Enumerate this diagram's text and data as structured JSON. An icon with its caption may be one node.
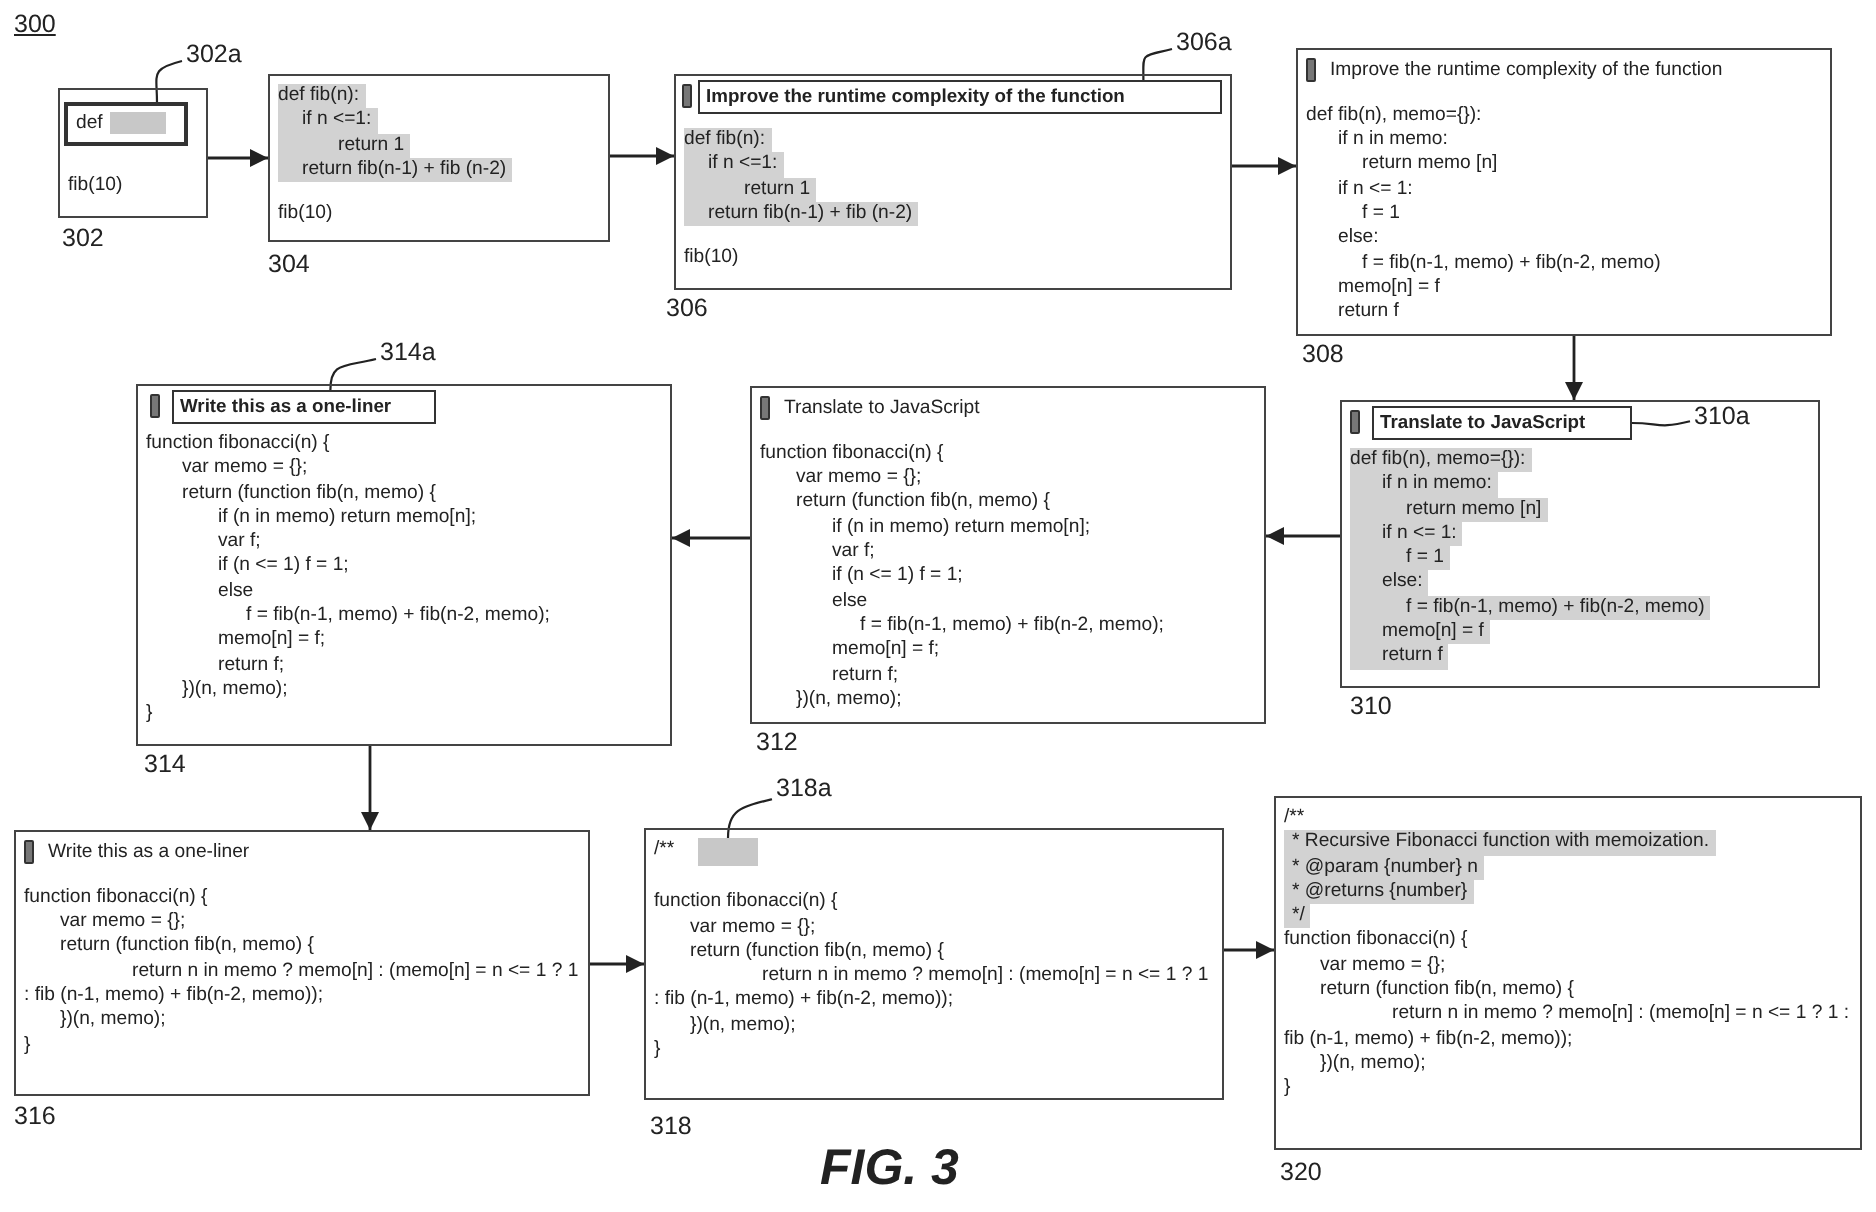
{
  "diagram": {
    "caption": "FIG. 3",
    "nodes": [
      {
        "text": [
          "fib(10)"
        ],
        "beside": [
          "302"
        ]
      },
      {
        "text": [
          "def"
        ],
        "in": 0
      },
      {
        "text": [
          "302a"
        ]
      },
      {
        "text": [
          "def fib(n):",
          "if n <=1:",
          "return 1",
          "return fib(n-1) + fib (n-2)",
          "fib(10)"
        ],
        "beside": [
          "304"
        ]
      },
      {
        "text": [
          "def fib(n):",
          "if n <=1:",
          "return 1",
          "return fib(n-1) + fib (n-2)",
          "fib(10)"
        ],
        "beside": [
          "306"
        ]
      },
      {
        "text": [
          "Improve the runtime complexity of the function"
        ],
        "in": 4
      },
      {
        "text": [
          "306a"
        ]
      },
      {
        "text": [
          "Improve the runtime complexity of the function",
          "def fib(n), memo={}):",
          "if n in memo:",
          "return memo [n]",
          "if n <= 1:",
          "f = 1",
          "else:",
          "f = fib(n-1, memo) + fib(n-2, memo)",
          "memo[n] = f",
          "return f"
        ],
        "beside": [
          "308"
        ]
      },
      {
        "text": [
          "def fib(n), memo={}):",
          "if n in memo:",
          "return memo [n]",
          "if n <= 1:",
          "f = 1",
          "else:",
          "f = fib(n-1, memo) + fib(n-2, memo)",
          "memo[n] = f",
          "return f"
        ],
        "beside": [
          "310"
        ]
      },
      {
        "text": [
          "Translate to JavaScript"
        ],
        "in": 8
      },
      {
        "text": [
          "310a"
        ],
        "in": 8
      },
      {
        "text": [
          "Translate to JavaScript",
          "function fibonacci(n) {",
          "var memo = {};",
          "return (function fib(n, memo) {",
          "if (n in memo) return memo[n];",
          "var f;",
          "if (n <= 1) f = 1;",
          "else",
          "f = fib(n-1, memo) + fib(n-2, memo);",
          "memo[n] = f;",
          "return f;",
          "})(n, memo);"
        ],
        "beside": [
          "312"
        ]
      },
      {
        "text": [
          "function fibonacci(n) {",
          "var memo = {};",
          "return (function fib(n, memo) {",
          "if (n in memo) return memo[n];",
          "var f;",
          "if (n <= 1) f = 1;",
          "else",
          "f = fib(n-1, memo) + fib(n-2, memo);",
          "memo[n] = f;",
          "return f;",
          "})(n, memo);",
          "}"
        ],
        "beside": [
          "314"
        ]
      },
      {
        "text": [
          "Write this as a one-liner"
        ],
        "in": 12
      },
      {
        "text": [
          "314a"
        ]
      },
      {
        "text": [
          "Write this as a one-liner",
          "function fibonacci(n) {",
          "var memo = {};",
          "return (function fib(n, memo) {",
          "return n in memo ? memo[n] : (memo[n] = n <= 1 ? 1 : fib (n-1, memo) + fib(n-2, memo));",
          "})(n, memo);",
          "}"
        ],
        "beside": [
          "316"
        ]
      },
      {
        "text": [
          "/**",
          "function fibonacci(n) {",
          "var memo = {};",
          "return (function fib(n, memo) {",
          "return n in memo ? memo[n] : (memo[n] = n <= 1 ? 1 : fib (n-1, memo) + fib(n-2, memo));",
          "})(n, memo);",
          "}"
        ],
        "beside": [
          "318"
        ]
      },
      {
        "text": [],
        "shape": "box",
        "in": 16
      },
      {
        "text": [
          "318a"
        ]
      },
      {
        "text": [
          "/**",
          "* Recursive Fibonacci function with memoization.",
          "* @param {number} n",
          "* @returns {number}",
          "*/",
          "function fibonacci(n) {",
          "var memo = {};",
          "return (function fib(n, memo) {",
          "return n in memo ? memo[n] : (memo[n] = n <= 1 ? 1 : fib (n-1, memo) + fib(n-2, memo));",
          "})(n, memo);",
          "}"
        ],
        "beside": [
          "320"
        ]
      }
    ],
    "edges": [
      {
        "from": 0,
        "to": 3,
        "arrow": "to"
      },
      {
        "from": 3,
        "to": 4,
        "arrow": "to"
      },
      {
        "from": 4,
        "to": 7,
        "arrow": "to"
      },
      {
        "from": 7,
        "to": 8,
        "arrow": "to"
      },
      {
        "from": 8,
        "to": 11,
        "arrow": "to"
      },
      {
        "from": 11,
        "to": 12,
        "arrow": "to"
      },
      {
        "from": 12,
        "to": 15,
        "arrow": "to"
      },
      {
        "from": 15,
        "to": 16,
        "arrow": "to"
      },
      {
        "from": 16,
        "to": 19,
        "arrow": "to"
      },
      {
        "from": 2,
        "to": 1,
        "arrow": "none"
      },
      {
        "from": 6,
        "to": 5,
        "arrow": "none"
      },
      {
        "from": 10,
        "to": 9,
        "arrow": "none"
      },
      {
        "from": 14,
        "to": 13,
        "arrow": "none"
      },
      {
        "from": 18,
        "to": 17,
        "arrow": "none"
      }
    ],
    "labels": [
      "300"
    ]
  }
}
